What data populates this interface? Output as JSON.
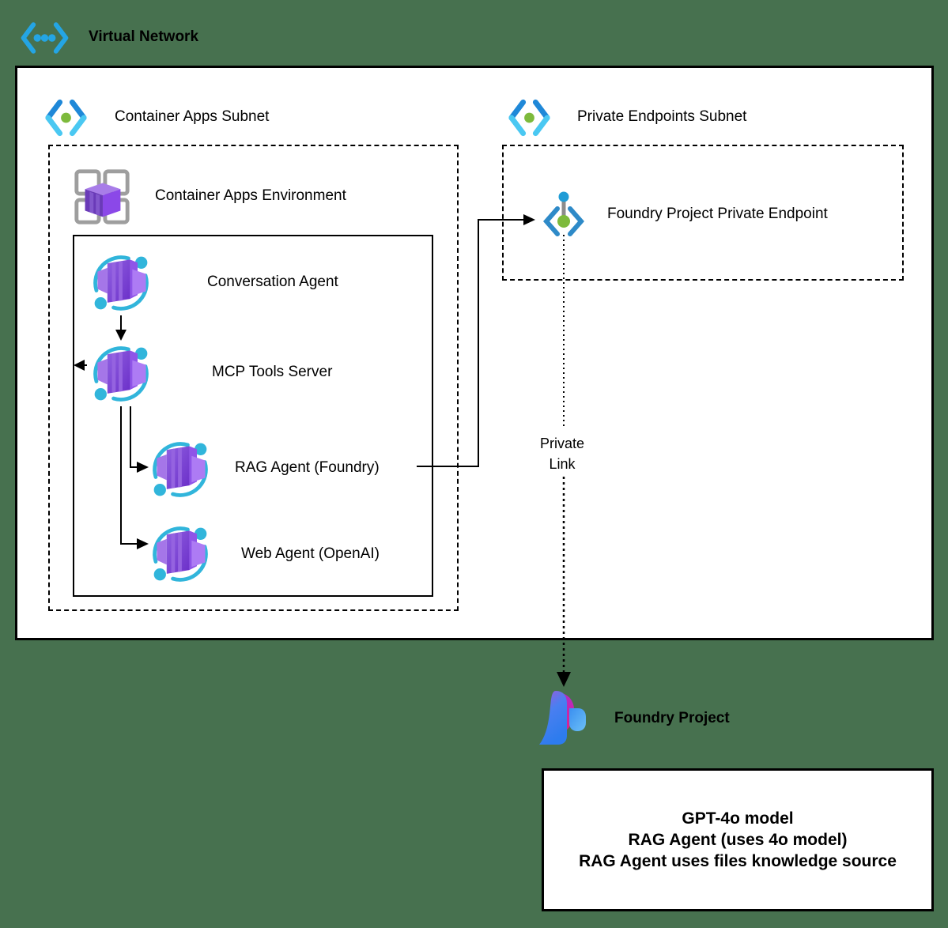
{
  "canvas": {
    "background_color": "#47714F"
  },
  "virtual_network": {
    "label": "Virtual Network"
  },
  "container_apps_subnet": {
    "label": "Container Apps Subnet",
    "environment": {
      "label": "Container Apps Environment",
      "apps": [
        {
          "label": "Conversation Agent"
        },
        {
          "label": "MCP Tools Server"
        },
        {
          "label": "RAG Agent (Foundry)"
        },
        {
          "label": "Web Agent (OpenAI)"
        }
      ]
    }
  },
  "private_endpoints_subnet": {
    "label": "Private Endpoints Subnet",
    "endpoint_label": "Foundry Project Private Endpoint"
  },
  "private_link": {
    "line1": "Private",
    "line2": "Link"
  },
  "foundry_project": {
    "label": "Foundry Project"
  },
  "notes": {
    "line1": "GPT-4o model",
    "line2": "RAG Agent (uses 4o model)",
    "line3": "RAG Agent uses files knowledge source"
  },
  "icons": [
    "virtual-network-icon",
    "subnet-icon",
    "container-apps-environment-icon",
    "container-app-icon",
    "private-endpoint-icon",
    "foundry-project-icon"
  ],
  "colors": {
    "background": "#47714F",
    "vnet_blue": "#24A5E4",
    "subnet_arm_dark": "#1F88D8",
    "subnet_arm_light": "#4AC8F2",
    "dot_green": "#7DBA3C",
    "app_cyan": "#31B5DB",
    "app_purple_dark": "#6B2FC8",
    "app_purple_light": "#9C66EE",
    "endpoint_blue_dot": "#1F9CD6",
    "stem_gray": "#8C8C8C",
    "env_frame_gray": "#9E9E9E",
    "foundry_blue": "#2D7CEE",
    "foundry_pink": "#E0218A",
    "foundry_purple": "#A855D8",
    "line_black": "#000000"
  }
}
